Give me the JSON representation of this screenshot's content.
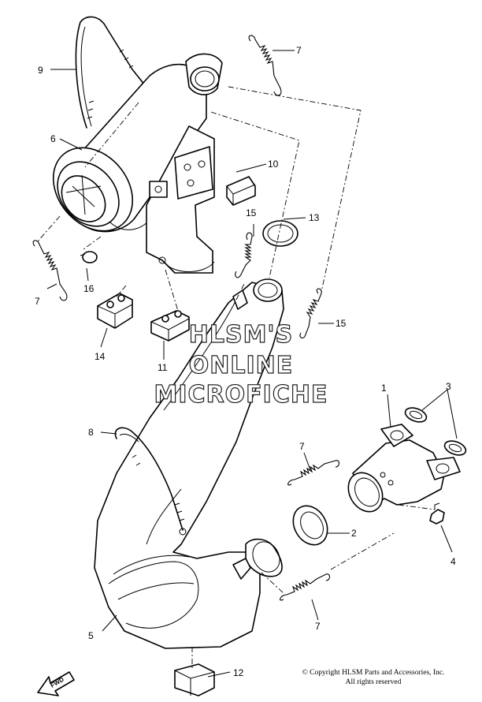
{
  "part_numbers": {
    "p1": "1",
    "p2": "2",
    "p3": "3",
    "p4": "4",
    "p5": "5",
    "p6": "6",
    "p7a": "7",
    "p7b": "7",
    "p7c": "7",
    "p7d": "7",
    "p8": "8",
    "p9": "9",
    "p10": "10",
    "p11": "11",
    "p12": "12",
    "p13": "13",
    "p14": "14",
    "p15a": "15",
    "p15b": "15",
    "p16": "16"
  },
  "watermark": {
    "line1": "HLSM'S",
    "line2": "ONLINE",
    "line3": "MICROFICHE"
  },
  "copyright": {
    "line1": "© Copyright HLSM Parts and Accessories, Inc.",
    "line2": "All rights reserved"
  },
  "fwd_label": "FWD"
}
